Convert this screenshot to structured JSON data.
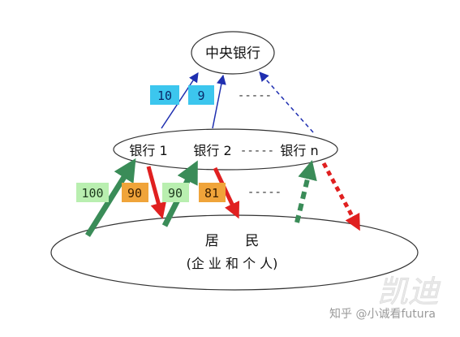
{
  "central_bank": {
    "label": "中央银行"
  },
  "banks_row": {
    "bank1": "银行 1",
    "bank2": "银行 2",
    "dashes": "-----",
    "bankn": "银行 n"
  },
  "residents": {
    "title": "居      民",
    "subtitle": "(企 业 和 个 人)"
  },
  "reserve_labels": [
    {
      "text": "10",
      "color": "#3cc6ee"
    },
    {
      "text": "9",
      "color": "#3cc6ee"
    }
  ],
  "reserve_dashes": "-----",
  "flow_labels": [
    {
      "text": "100",
      "color": "#b9efb0"
    },
    {
      "text": "90",
      "color": "#f0a43a"
    },
    {
      "text": "90",
      "color": "#b9efb0"
    },
    {
      "text": "81",
      "color": "#f0a43a"
    }
  ],
  "flow_dashes": "-----",
  "colors": {
    "deposit_arrow": "#3a8c58",
    "loan_arrow": "#e02020",
    "reserve_arrow": "#1f2fb0"
  },
  "watermark": {
    "logo_text": "凯迪",
    "author": "知乎 @小诚看futura"
  }
}
